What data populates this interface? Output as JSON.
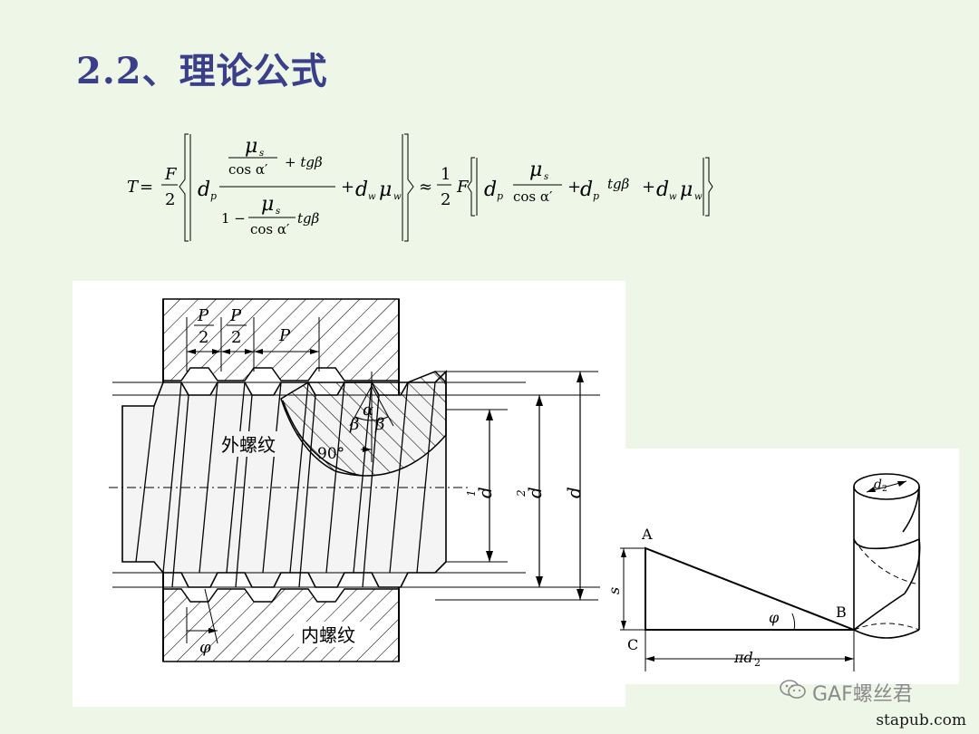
{
  "title": "2.2、理论公式",
  "formula": {
    "lhs": "T",
    "eq": "=",
    "approx": "≈",
    "F": "F",
    "two": "2",
    "one": "1",
    "dp": "d",
    "p": "p",
    "mu": "μ",
    "s": "s",
    "cos": "cos α′",
    "plus_tg": "+ tgβ",
    "one_minus": "1 −",
    "tg": "tgβ",
    "plus": "+",
    "dw": "d",
    "w": "w"
  },
  "left_figure": {
    "half_pitch_p": "P",
    "half_pitch_2": "2",
    "pitch": "P",
    "alpha": "α",
    "beta": "β",
    "ninety": "90°",
    "external_thread": "外螺纹",
    "internal_thread": "内螺纹",
    "phi": "φ",
    "d1": "d",
    "d1_sub": "1",
    "d2": "d",
    "d2_sub": "2",
    "d": "d"
  },
  "right_figure": {
    "A": "A",
    "B": "B",
    "C": "C",
    "s": "s",
    "phi": "φ",
    "pi_d2": "πd",
    "pi_d2_sub": "2",
    "cyl_d2": "d",
    "cyl_d2_sub": "2"
  },
  "watermark": "GAF螺丝君",
  "credit": "stapub.com",
  "icon": "wechat-icon"
}
